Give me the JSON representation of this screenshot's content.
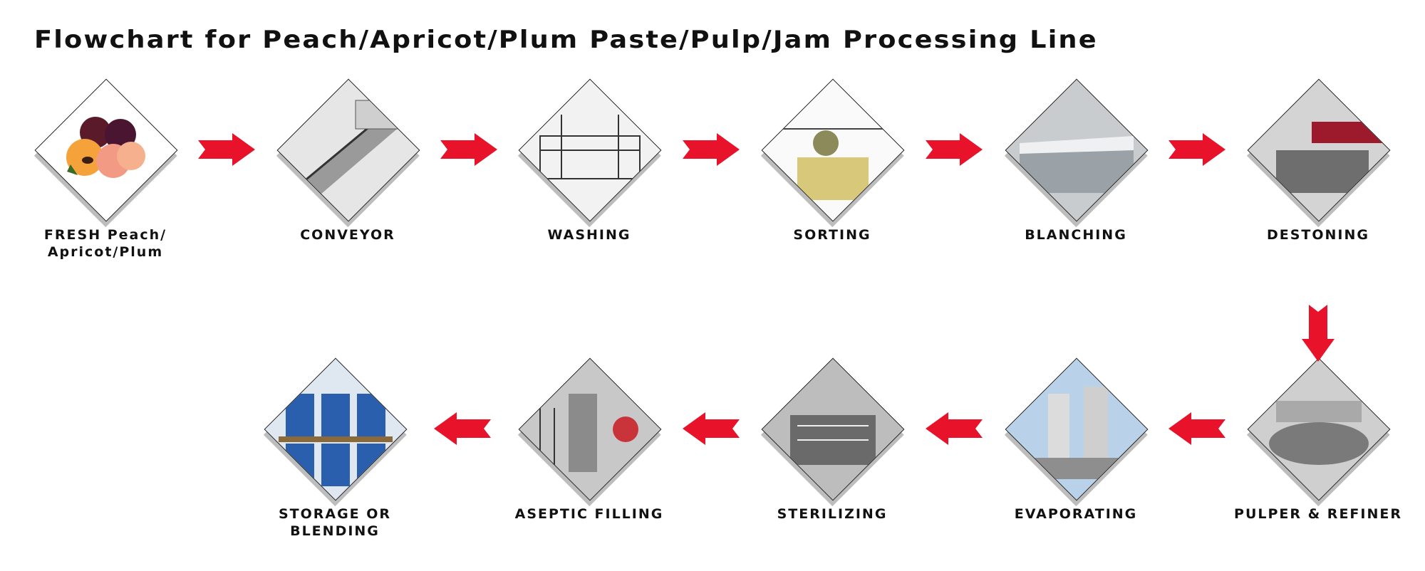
{
  "title": "Flowchart for Peach/Apricot/Plum Paste/Pulp/Jam Processing Line",
  "colors": {
    "arrow": "#e8132b",
    "outline": "#111111",
    "shadow": "#bdbdbd"
  },
  "steps": [
    {
      "id": "fresh-fruit",
      "label_lines": [
        "FRESH Peach/",
        "Apricot/Plum"
      ],
      "image": "fruit-icon"
    },
    {
      "id": "conveyor",
      "label_lines": [
        "CONVEYOR"
      ],
      "image": "conveyor-machine-icon"
    },
    {
      "id": "washing",
      "label_lines": [
        "WASHING"
      ],
      "image": "washing-machine-icon"
    },
    {
      "id": "sorting",
      "label_lines": [
        "SORTING"
      ],
      "image": "sorting-machine-icon"
    },
    {
      "id": "blanching",
      "label_lines": [
        "BLANCHING"
      ],
      "image": "blanching-machine-icon"
    },
    {
      "id": "destoning",
      "label_lines": [
        "DESTONING"
      ],
      "image": "destoning-machine-icon"
    },
    {
      "id": "pulper-refiner",
      "label_lines": [
        "PULPER & REFINER"
      ],
      "image": "pulper-machine-icon"
    },
    {
      "id": "evaporating",
      "label_lines": [
        "EVAPORATING"
      ],
      "image": "evaporator-icon"
    },
    {
      "id": "sterilizing",
      "label_lines": [
        "STERILIZING"
      ],
      "image": "sterilizer-icon"
    },
    {
      "id": "aseptic-filling",
      "label_lines": [
        "ASEPTIC FILLING"
      ],
      "image": "filling-machine-icon"
    },
    {
      "id": "storage-blending",
      "label_lines": [
        "STORAGE OR BLENDING"
      ],
      "image": "drums-icon"
    }
  ],
  "connections": [
    {
      "from": "fresh-fruit",
      "to": "conveyor",
      "direction": "right"
    },
    {
      "from": "conveyor",
      "to": "washing",
      "direction": "right"
    },
    {
      "from": "washing",
      "to": "sorting",
      "direction": "right"
    },
    {
      "from": "sorting",
      "to": "blanching",
      "direction": "right"
    },
    {
      "from": "blanching",
      "to": "destoning",
      "direction": "right"
    },
    {
      "from": "destoning",
      "to": "pulper-refiner",
      "direction": "down"
    },
    {
      "from": "pulper-refiner",
      "to": "evaporating",
      "direction": "left"
    },
    {
      "from": "evaporating",
      "to": "sterilizing",
      "direction": "left"
    },
    {
      "from": "sterilizing",
      "to": "aseptic-filling",
      "direction": "left"
    },
    {
      "from": "aseptic-filling",
      "to": "storage-blending",
      "direction": "left"
    }
  ]
}
